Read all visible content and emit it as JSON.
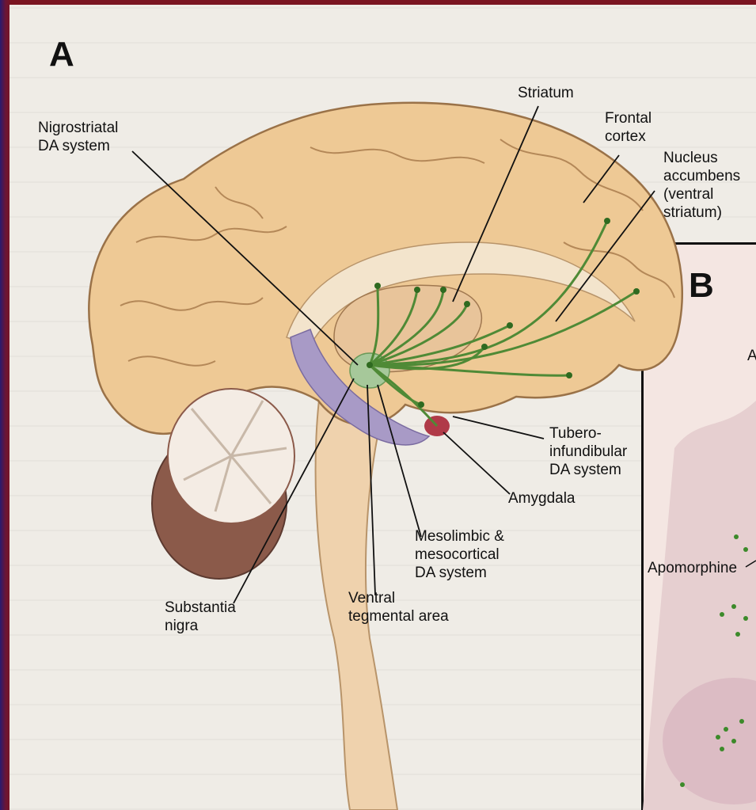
{
  "panel_a": {
    "letter": "A",
    "labels": {
      "nigrostriatal": "Nigrostriatal\nDA system",
      "striatum": "Striatum",
      "frontal_cortex": "Frontal\ncortex",
      "nucleus_accumbens": "Nucleus\naccumbens\n(ventral\nstriatum)",
      "tuberoinfundibular": "Tubero-\ninfundibular\nDA system",
      "amygdala": "Amygdala",
      "mesolimbic": "Mesolimbic &\nmesocortical\nDA system",
      "ventral_tegmental": "Ventral\ntegmental area",
      "substantia_nigra": "Substantia\nnigra"
    }
  },
  "panel_b": {
    "letter": "B",
    "label_a": "A",
    "apomorphine": "Apomorphine"
  },
  "colors": {
    "brain": "#eec995",
    "pathway": "#4f8a36",
    "limbic": "#a89ac6",
    "cerebellum": "#8b5a4a",
    "amygdala": "#b03a48"
  }
}
